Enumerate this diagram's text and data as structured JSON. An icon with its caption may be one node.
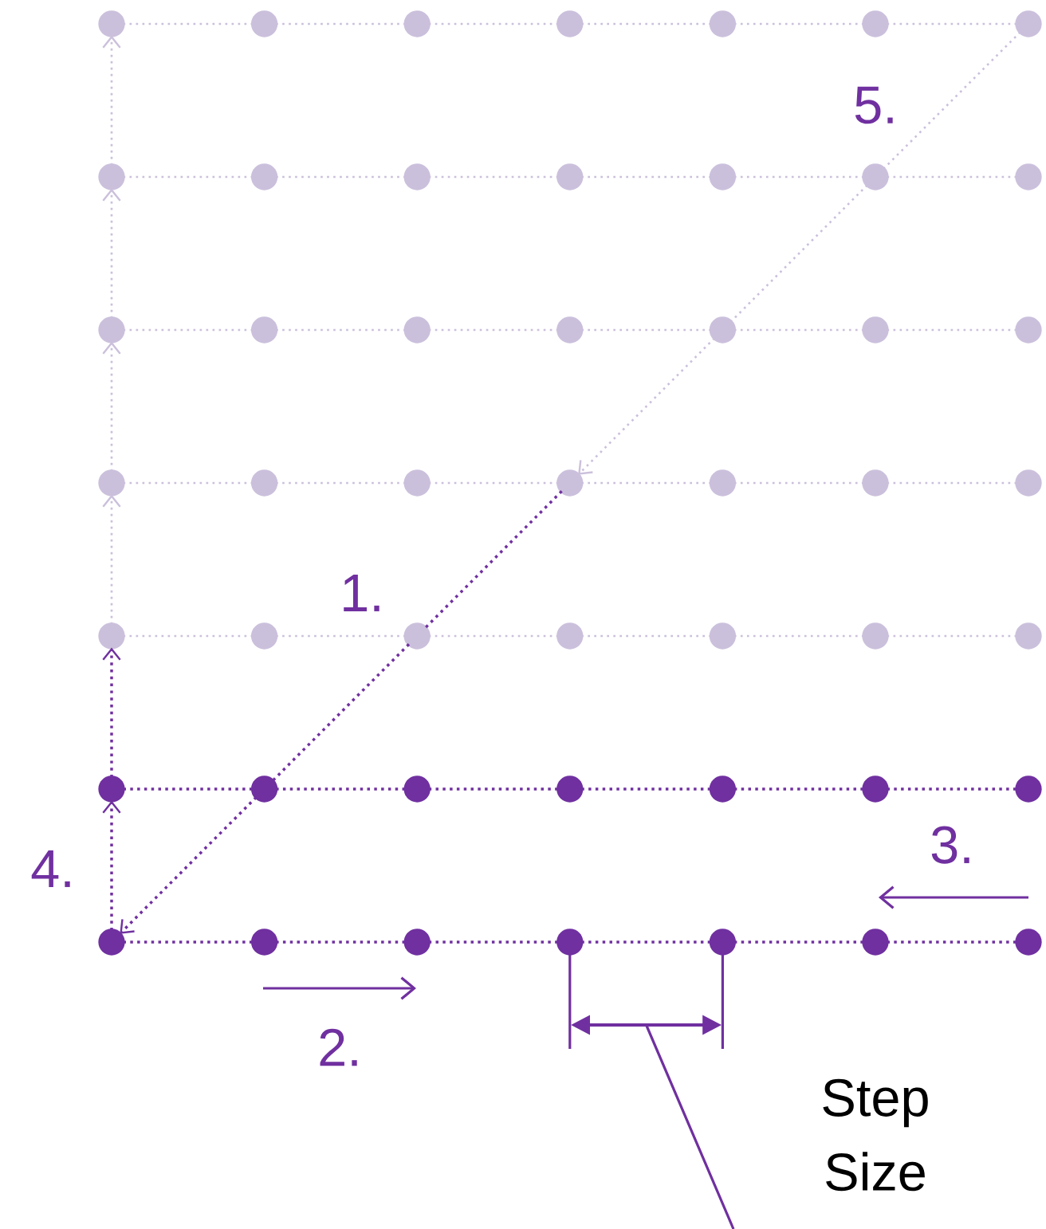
{
  "diagram": {
    "nodes": [
      {
        "text": [],
        "shape": "circle"
      },
      {
        "text": [],
        "shape": "circle"
      },
      {
        "text": [],
        "shape": "circle"
      },
      {
        "text": [],
        "shape": "circle"
      },
      {
        "text": [],
        "shape": "circle"
      },
      {
        "text": [],
        "shape": "circle"
      },
      {
        "text": [],
        "shape": "circle"
      },
      {
        "text": [],
        "shape": "circle"
      },
      {
        "text": [],
        "shape": "circle"
      },
      {
        "text": [],
        "shape": "circle"
      },
      {
        "text": [],
        "shape": "circle"
      },
      {
        "text": [],
        "shape": "circle"
      },
      {
        "text": [],
        "shape": "circle"
      },
      {
        "text": [],
        "shape": "circle"
      },
      {
        "text": [],
        "shape": "circle"
      },
      {
        "text": [],
        "shape": "circle"
      },
      {
        "text": [],
        "shape": "circle"
      },
      {
        "text": [],
        "shape": "circle"
      },
      {
        "text": [],
        "shape": "circle"
      },
      {
        "text": [],
        "shape": "circle"
      },
      {
        "text": [],
        "shape": "circle"
      },
      {
        "text": [],
        "shape": "circle"
      },
      {
        "text": [],
        "shape": "circle"
      },
      {
        "text": [],
        "shape": "circle"
      },
      {
        "text": [],
        "shape": "circle"
      },
      {
        "text": [],
        "shape": "circle"
      },
      {
        "text": [],
        "shape": "circle"
      },
      {
        "text": [],
        "shape": "circle"
      },
      {
        "text": [],
        "shape": "circle"
      },
      {
        "text": [],
        "shape": "circle"
      },
      {
        "text": [],
        "shape": "circle"
      },
      {
        "text": [],
        "shape": "circle"
      },
      {
        "text": [],
        "shape": "circle"
      },
      {
        "text": [],
        "shape": "circle"
      },
      {
        "text": [],
        "shape": "circle"
      },
      {
        "text": [],
        "shape": "circle"
      },
      {
        "text": [],
        "shape": "circle"
      },
      {
        "text": [],
        "shape": "circle"
      },
      {
        "text": [],
        "shape": "circle"
      },
      {
        "text": [],
        "shape": "circle"
      },
      {
        "text": [],
        "shape": "circle"
      },
      {
        "text": [],
        "shape": "circle"
      },
      {
        "text": [],
        "shape": "circle"
      },
      {
        "text": [],
        "shape": "circle"
      },
      {
        "text": [],
        "shape": "circle"
      },
      {
        "text": [],
        "shape": "circle"
      },
      {
        "text": [],
        "shape": "circle"
      },
      {
        "text": [],
        "shape": "circle"
      },
      {
        "text": [],
        "shape": "circle"
      }
    ],
    "edges": [
      {
        "from": 0,
        "to": 1,
        "arrow": "none"
      },
      {
        "from": 1,
        "to": 2,
        "arrow": "none"
      },
      {
        "from": 2,
        "to": 3,
        "arrow": "none"
      },
      {
        "from": 3,
        "to": 4,
        "arrow": "none"
      },
      {
        "from": 4,
        "to": 5,
        "arrow": "none"
      },
      {
        "from": 5,
        "to": 6,
        "arrow": "none"
      },
      {
        "from": 7,
        "to": 8,
        "arrow": "none"
      },
      {
        "from": 8,
        "to": 9,
        "arrow": "none"
      },
      {
        "from": 9,
        "to": 10,
        "arrow": "none"
      },
      {
        "from": 10,
        "to": 11,
        "arrow": "none"
      },
      {
        "from": 11,
        "to": 12,
        "arrow": "none"
      },
      {
        "from": 12,
        "to": 13,
        "arrow": "none"
      },
      {
        "from": 14,
        "to": 15,
        "arrow": "none"
      },
      {
        "from": 15,
        "to": 16,
        "arrow": "none"
      },
      {
        "from": 16,
        "to": 17,
        "arrow": "none"
      },
      {
        "from": 17,
        "to": 18,
        "arrow": "none"
      },
      {
        "from": 18,
        "to": 19,
        "arrow": "none"
      },
      {
        "from": 19,
        "to": 20,
        "arrow": "none"
      },
      {
        "from": 21,
        "to": 22,
        "arrow": "none"
      },
      {
        "from": 22,
        "to": 23,
        "arrow": "none"
      },
      {
        "from": 23,
        "to": 24,
        "arrow": "none"
      },
      {
        "from": 24,
        "to": 25,
        "arrow": "none"
      },
      {
        "from": 25,
        "to": 26,
        "arrow": "none"
      },
      {
        "from": 26,
        "to": 27,
        "arrow": "none"
      },
      {
        "from": 28,
        "to": 29,
        "arrow": "none"
      },
      {
        "from": 29,
        "to": 30,
        "arrow": "none"
      },
      {
        "from": 30,
        "to": 31,
        "arrow": "none"
      },
      {
        "from": 31,
        "to": 32,
        "arrow": "none"
      },
      {
        "from": 32,
        "to": 33,
        "arrow": "none"
      },
      {
        "from": 33,
        "to": 34,
        "arrow": "none"
      },
      {
        "from": 35,
        "to": 36,
        "arrow": "none",
        "color": "#7030a0"
      },
      {
        "from": 36,
        "to": 37,
        "arrow": "none",
        "color": "#7030a0"
      },
      {
        "from": 37,
        "to": 38,
        "arrow": "none",
        "color": "#7030a0"
      },
      {
        "from": 38,
        "to": 39,
        "arrow": "none",
        "color": "#7030a0"
      },
      {
        "from": 39,
        "to": 40,
        "arrow": "none",
        "color": "#7030a0"
      },
      {
        "from": 40,
        "to": 41,
        "arrow": "none",
        "color": "#7030a0"
      },
      {
        "from": 42,
        "to": 43,
        "arrow": "none",
        "color": "#7030a0"
      },
      {
        "from": 43,
        "to": 44,
        "arrow": "none",
        "color": "#7030a0"
      },
      {
        "from": 44,
        "to": 45,
        "arrow": "none",
        "color": "#7030a0"
      },
      {
        "from": 45,
        "to": 46,
        "arrow": "none",
        "color": "#7030a0"
      },
      {
        "from": 46,
        "to": 47,
        "arrow": "none",
        "color": "#7030a0"
      },
      {
        "from": 47,
        "to": 48,
        "arrow": "none",
        "color": "#7030a0"
      },
      {
        "from": 42,
        "to": 35,
        "arrow": "to",
        "color": "#7030a0"
      },
      {
        "from": 35,
        "to": 28,
        "arrow": "to",
        "color": "#7030a0"
      },
      {
        "from": 28,
        "to": 21,
        "arrow": "to"
      },
      {
        "from": 21,
        "to": 14,
        "arrow": "to"
      },
      {
        "from": 14,
        "to": 7,
        "arrow": "to"
      },
      {
        "from": 7,
        "to": 0,
        "arrow": "to"
      },
      {
        "from": 6,
        "to": 12,
        "arrow": "none"
      },
      {
        "from": 12,
        "to": 18,
        "arrow": "none"
      },
      {
        "from": 18,
        "to": 24,
        "arrow": "to"
      },
      {
        "from": 24,
        "to": 30,
        "arrow": "none",
        "color": "#7030a0"
      },
      {
        "from": 30,
        "to": 36,
        "arrow": "none",
        "color": "#7030a0"
      },
      {
        "from": 36,
        "to": 42,
        "arrow": "to",
        "color": "#7030a0"
      }
    ],
    "labels": [
      "5.",
      "1.",
      "3.",
      "4.",
      "2.",
      "Step Size"
    ]
  }
}
